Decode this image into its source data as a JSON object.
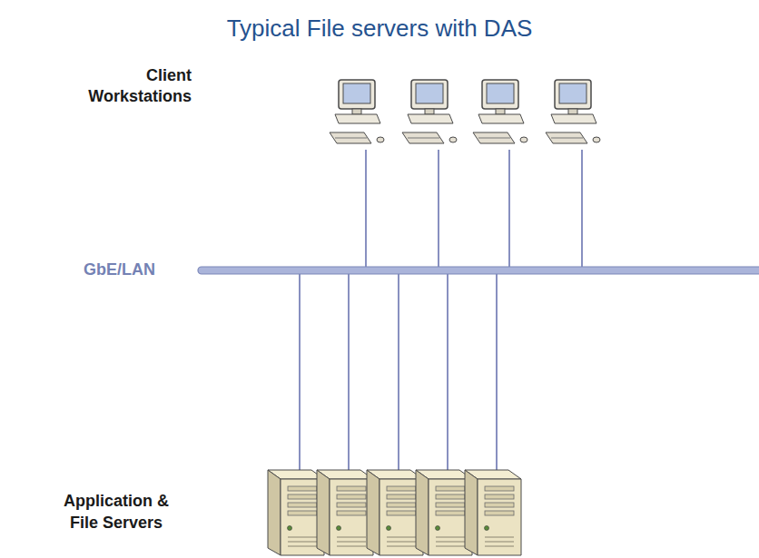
{
  "diagram": {
    "title": "Typical File servers with DAS",
    "labels": [
      "Client Workstations",
      "GbE/LAN",
      "Application & File Servers"
    ]
  }
}
